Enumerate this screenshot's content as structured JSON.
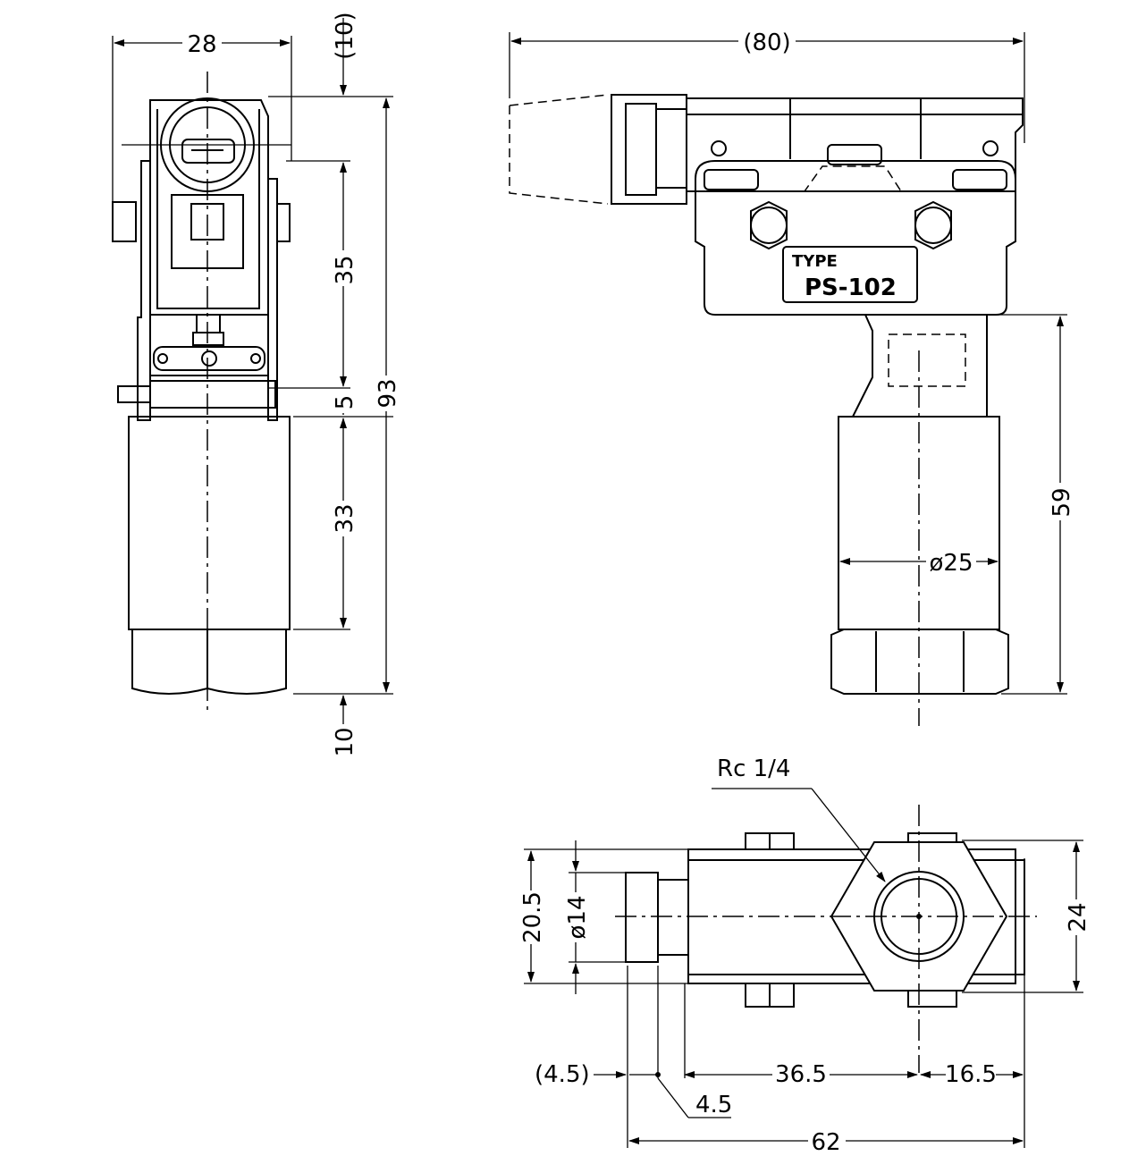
{
  "nameplate": {
    "type_label": "TYPE",
    "model": "PS-102"
  },
  "dimensions": {
    "side_width": "28",
    "side_top_offset": "(10)",
    "side_upper_height": "35",
    "side_gap": "5",
    "side_body_height": "33",
    "side_hex_height": "10",
    "side_total_height": "93",
    "front_overall_width": "(80)",
    "front_lower_height": "59",
    "front_body_diameter": "ø25",
    "bottom_depth": "20.5",
    "bottom_boss_diameter": "ø14",
    "bottom_hex_width": "24",
    "bottom_left_offset": "(4.5)",
    "bottom_flange": "4.5",
    "bottom_to_center": "36.5",
    "bottom_center_to_edge": "16.5",
    "bottom_total_width": "62",
    "port_thread": "Rc 1/4"
  }
}
